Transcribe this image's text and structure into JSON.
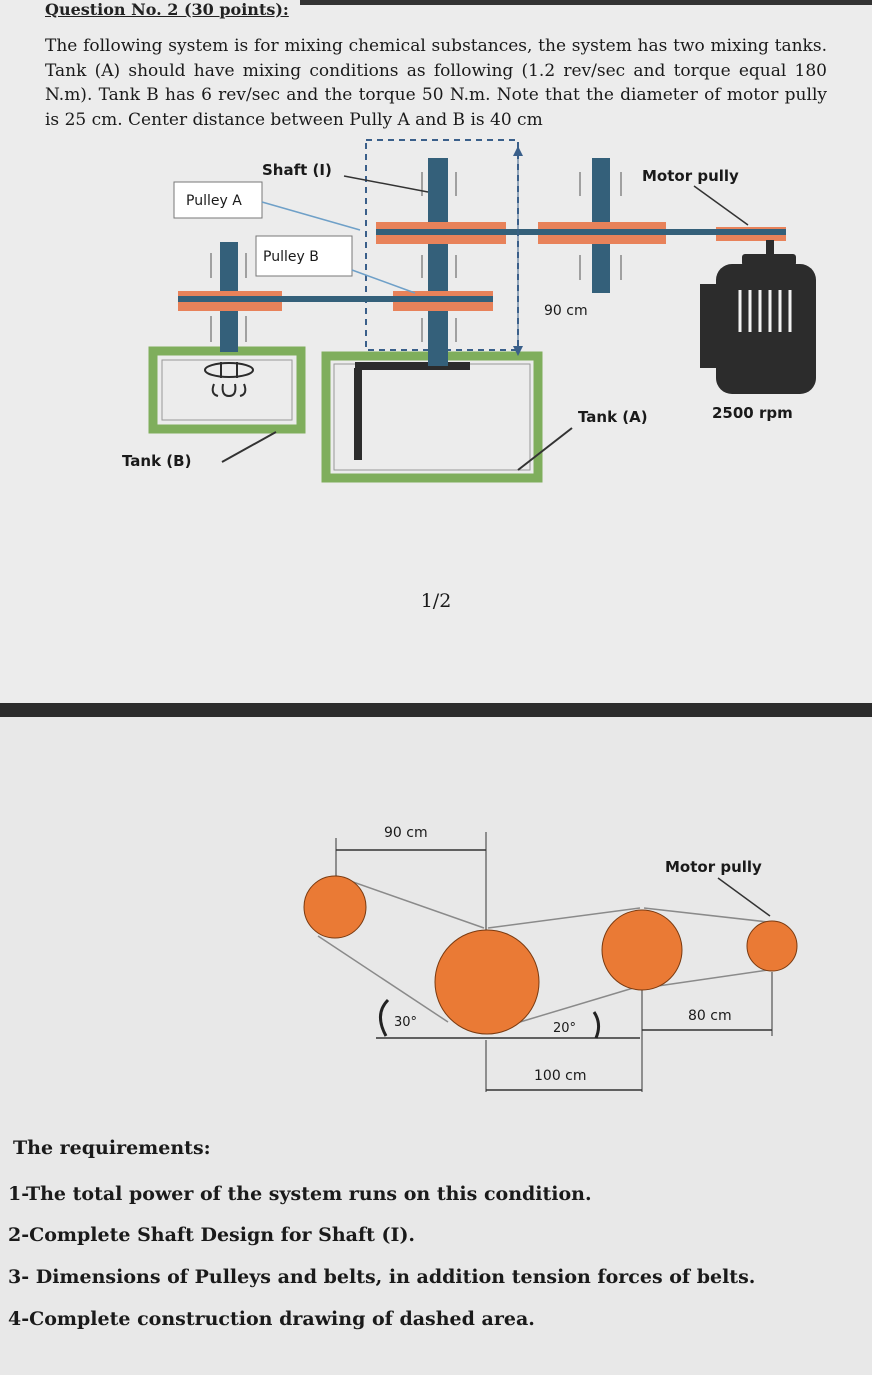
{
  "question": {
    "heading": "Question No. 2 (30 points):",
    "body": "The following system is for mixing chemical substances, the system has two mixing tanks. Tank (A) should have mixing conditions as following (1.2 rev/sec and torque equal 180 N.m). Tank B has 6 rev/sec and the torque 50 N.m. Note that the diameter of motor pully is 25 cm. Center distance between Pully A and B is 40 cm"
  },
  "diagram1": {
    "shaft_label": "Shaft (I)",
    "pulley_a_label": "Pulley A",
    "pulley_b_label": "Pulley B",
    "motor_pully_label": "Motor pully",
    "dim_90": "90 cm",
    "tank_a_label": "Tank (A)",
    "tank_b_label": "Tank (B)",
    "rpm_label": "2500 rpm"
  },
  "page_number": "1/2",
  "diagram2": {
    "dim_90": "90 cm",
    "motor_pully_label": "Motor pully",
    "angle_30": "30°",
    "angle_20": "20°",
    "dim_80": "80 cm",
    "dim_100": "100 cm"
  },
  "requirements": {
    "title": "The requirements:",
    "items": [
      "1-The total power of the system runs on this condition.",
      "2-Complete Shaft Design for Shaft (I).",
      "3- Dimensions of Pulleys and belts, in addition tension forces of belts.",
      "4-Complete construction drawing of dashed area."
    ]
  },
  "colors": {
    "belt_orange": "#e8825a",
    "shaft_blue": "#34607a",
    "tank_green": "#7fae5c",
    "pulley_orange": "#ea7a35"
  }
}
